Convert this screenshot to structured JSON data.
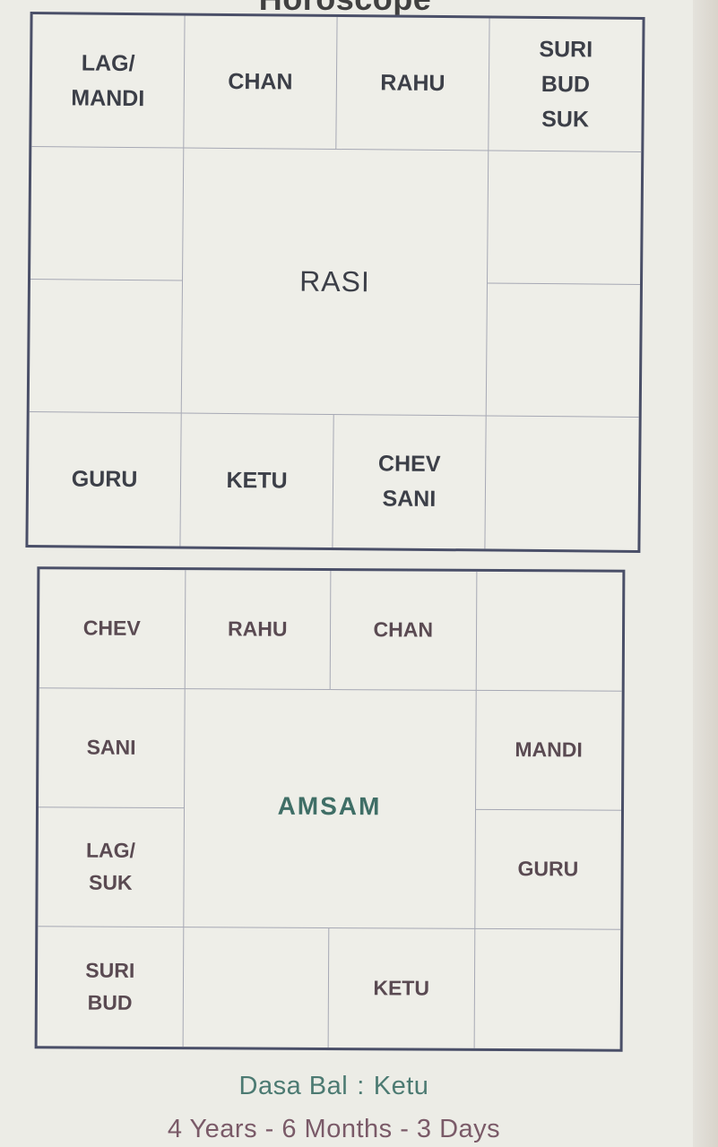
{
  "page": {
    "title": "Horoscope"
  },
  "rasi": {
    "center_label": "RASI",
    "houses": {
      "r1c1": "LAG/\nMANDI",
      "r1c2": "CHAN",
      "r1c3": "RAHU",
      "r1c4": "SURI\nBUD\nSUK",
      "r2c1": "",
      "r2c4": "",
      "r3c1": "",
      "r3c4": "",
      "r4c1": "GURU",
      "r4c2": "KETU",
      "r4c3": "CHEV\nSANI",
      "r4c4": ""
    }
  },
  "amsam": {
    "center_label": "AMSAM",
    "houses": {
      "r1c1": "CHEV",
      "r1c2": "RAHU",
      "r1c3": "CHAN",
      "r1c4": "",
      "r2c1": "SANI",
      "r2c4": "MANDI",
      "r3c1": "LAG/\nSUK",
      "r3c4": "GURU",
      "r4c1": "SURI\nBUD",
      "r4c2": "",
      "r4c3": "KETU",
      "r4c4": ""
    }
  },
  "dasa": {
    "label": "Dasa Bal",
    "separator": ":",
    "value": "Ketu"
  },
  "duration": {
    "text": "4 Years - 6 Months - 3 Days"
  }
}
